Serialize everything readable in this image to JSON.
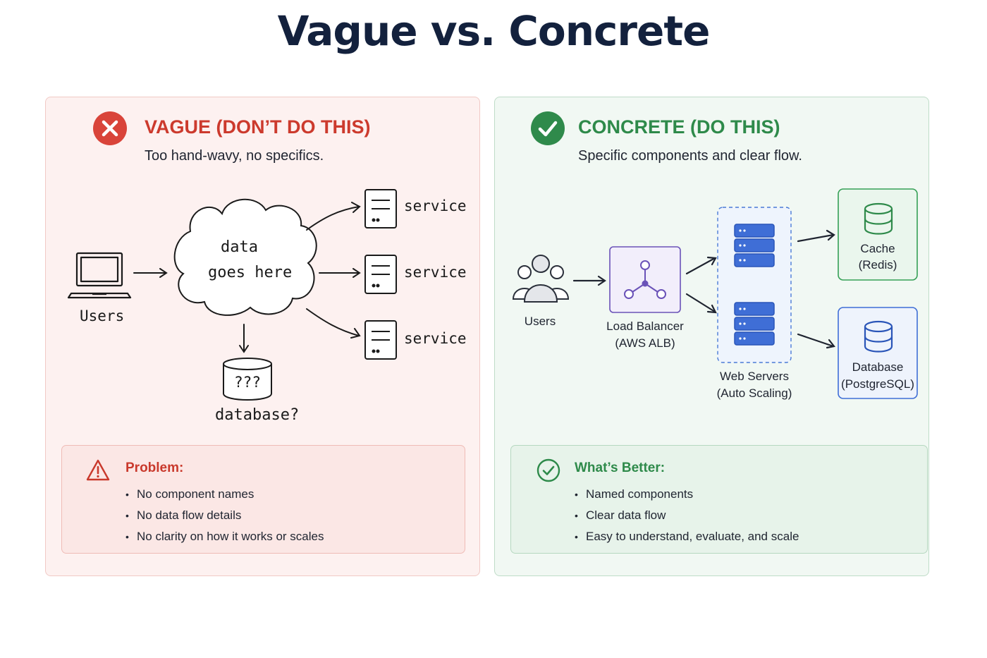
{
  "title": "Vague vs. Concrete",
  "vague": {
    "heading": "VAGUE (DON’T DO THIS)",
    "subheading": "Too hand-wavy, no specifics.",
    "icon": "x-circle-icon",
    "color": "#cc3a2d",
    "diagram": {
      "users_label": "Users",
      "cloud_label_line1": "data",
      "cloud_label_line2": "goes here",
      "services": [
        "service",
        "service",
        "service"
      ],
      "db_glyph": "???",
      "db_label": "database?"
    },
    "problem": {
      "title": "Problem:",
      "icon": "warning-icon",
      "items": [
        "No component names",
        "No data flow details",
        "No clarity on how it works or scales"
      ]
    }
  },
  "concrete": {
    "heading": "CONCRETE (DO THIS)",
    "subheading": "Specific components and clear flow.",
    "icon": "check-circle-icon",
    "color": "#2e8a4a",
    "diagram": {
      "users_label": "Users",
      "lb_line1": "Load Balancer",
      "lb_line2": "(AWS ALB)",
      "web_line1": "Web Servers",
      "web_line2": "(Auto Scaling)",
      "cache_line1": "Cache",
      "cache_line2": "(Redis)",
      "db_line1": "Database",
      "db_line2": "(PostgreSQL)"
    },
    "better": {
      "title": "What’s Better:",
      "icon": "check-circle-outline-icon",
      "items": [
        "Named components",
        "Clear data flow",
        "Easy to understand, evaluate, and scale"
      ]
    }
  }
}
